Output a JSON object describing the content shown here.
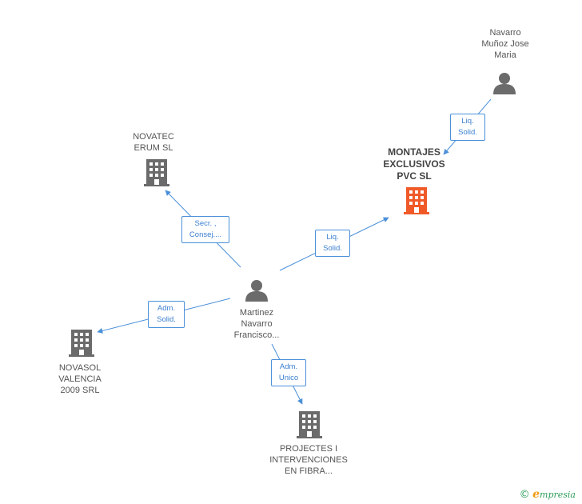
{
  "nodes": {
    "center_person": {
      "label": "Martinez\nNavarro\nFrancisco..."
    },
    "top_person": {
      "label": "Navarro\nMuñoz Jose\nMaria"
    },
    "montajes": {
      "label": "MONTAJES\nEXCLUSIVOS\nPVC SL"
    },
    "novatec": {
      "label": "NOVATEC\nERUM SL"
    },
    "novasol": {
      "label": "NOVASOL\nVALENCIA\n2009 SRL"
    },
    "projectes": {
      "label": "PROJECTES I\nINTERVENCIONES\nEN FIBRA..."
    }
  },
  "relations": {
    "liq_top": "Liq.\nSolid.",
    "liq_center": "Liq.\nSolid.",
    "secr": "Secr. ,\nConsej....",
    "adm_solid": "Adm.\nSolid.",
    "adm_unico": "Adm.\nUnico"
  },
  "colors": {
    "company": "#6b6b6b",
    "company_highlight": "#f05a28",
    "person": "#6b6b6b",
    "edge": "#4a90d9"
  },
  "brand": {
    "copyright": "©",
    "name": "mpresia",
    "initial": "e"
  }
}
